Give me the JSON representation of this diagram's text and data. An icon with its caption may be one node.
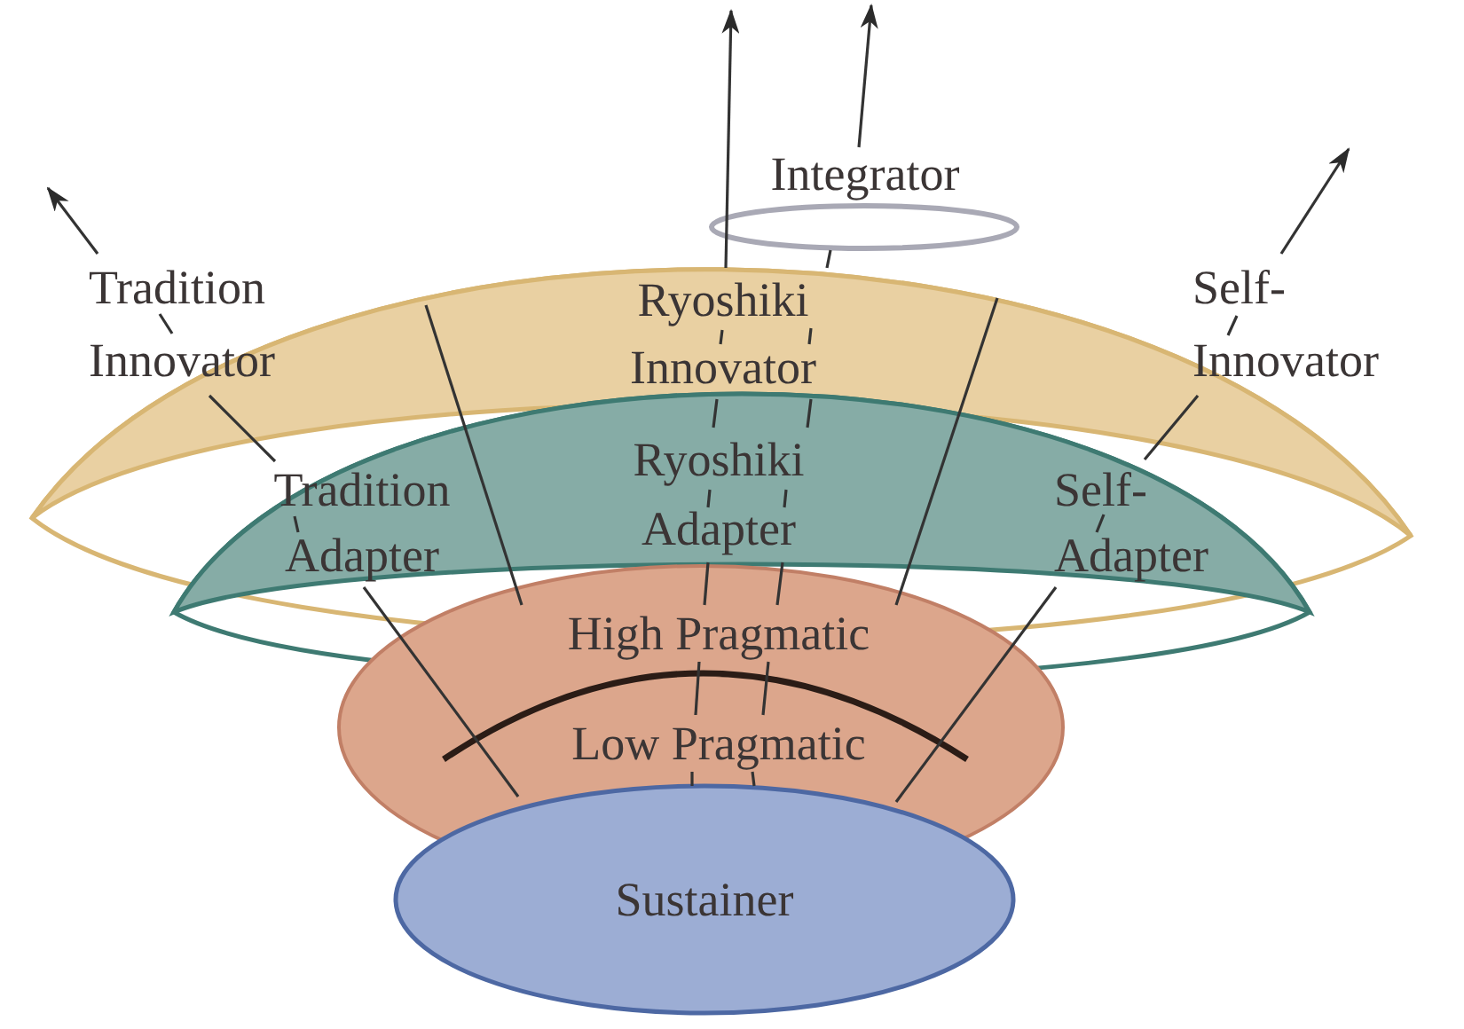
{
  "diagram": {
    "nodes": [
      {
        "text": [
          "Integrator"
        ]
      },
      {
        "text": [
          "Tradition Innovator"
        ]
      },
      {
        "text": [
          "Ryoshiki Innovator"
        ]
      },
      {
        "text": [
          "Self- Innovator"
        ]
      },
      {
        "text": [
          "Tradition Adapter"
        ]
      },
      {
        "text": [
          "Ryoshiki Adapter"
        ]
      },
      {
        "text": [
          "Self- Adapter"
        ]
      },
      {
        "text": [
          "High Pragmatic"
        ]
      },
      {
        "text": [
          "Low Pragmatic"
        ]
      },
      {
        "text": [
          "Sustainer"
        ]
      }
    ],
    "edges": [
      {
        "from": 9,
        "to": 4,
        "arrow": "none"
      },
      {
        "from": 4,
        "to": 1,
        "arrow": "none"
      },
      {
        "from": 1,
        "to": null,
        "arrow": "to"
      },
      {
        "from": 7,
        "to": null,
        "arrow": "none"
      },
      {
        "from": 9,
        "to": 8,
        "arrow": "none"
      },
      {
        "from": 9,
        "to": 8,
        "arrow": "none"
      },
      {
        "from": 8,
        "to": 7,
        "arrow": "none"
      },
      {
        "from": 8,
        "to": 7,
        "arrow": "none"
      },
      {
        "from": 7,
        "to": 5,
        "arrow": "none"
      },
      {
        "from": 7,
        "to": 5,
        "arrow": "none"
      },
      {
        "from": 5,
        "to": 2,
        "arrow": "none"
      },
      {
        "from": 5,
        "to": 2,
        "arrow": "none"
      },
      {
        "from": 2,
        "to": null,
        "arrow": "to"
      },
      {
        "from": 2,
        "to": 0,
        "arrow": "none"
      },
      {
        "from": 0,
        "to": null,
        "arrow": "to"
      },
      {
        "from": 7,
        "to": null,
        "arrow": "none"
      },
      {
        "from": 9,
        "to": 6,
        "arrow": "none"
      },
      {
        "from": 6,
        "to": 3,
        "arrow": "none"
      },
      {
        "from": 3,
        "to": null,
        "arrow": "to"
      }
    ]
  }
}
